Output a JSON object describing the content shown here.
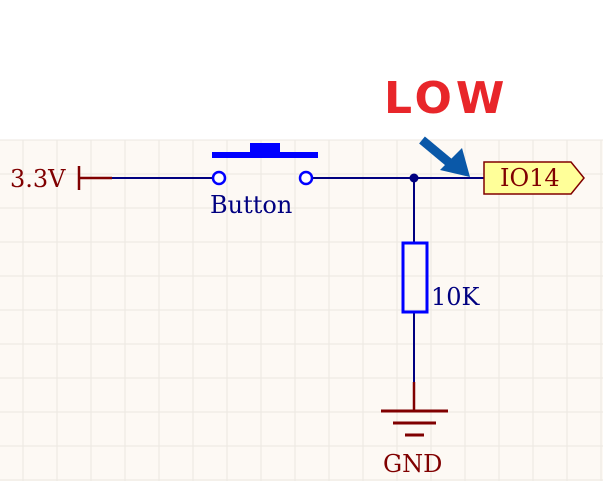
{
  "annotation": {
    "text": "LOW",
    "color": "#e8262a",
    "arrow_color": "#0a58a8"
  },
  "components": {
    "power": {
      "label": "3.3V"
    },
    "switch": {
      "label": "Button"
    },
    "resistor": {
      "label": "10K"
    },
    "ground": {
      "label": "GND"
    },
    "net_port": {
      "label": "IO14"
    }
  },
  "colors": {
    "sheet_background": "#fdf9f4",
    "grid": "#ece7e1",
    "wire": "#000080",
    "component_blue": "#0000ff",
    "power_red": "#800000",
    "label_blue": "#000080",
    "port_fill": "#ffff99",
    "port_stroke": "#800000"
  }
}
